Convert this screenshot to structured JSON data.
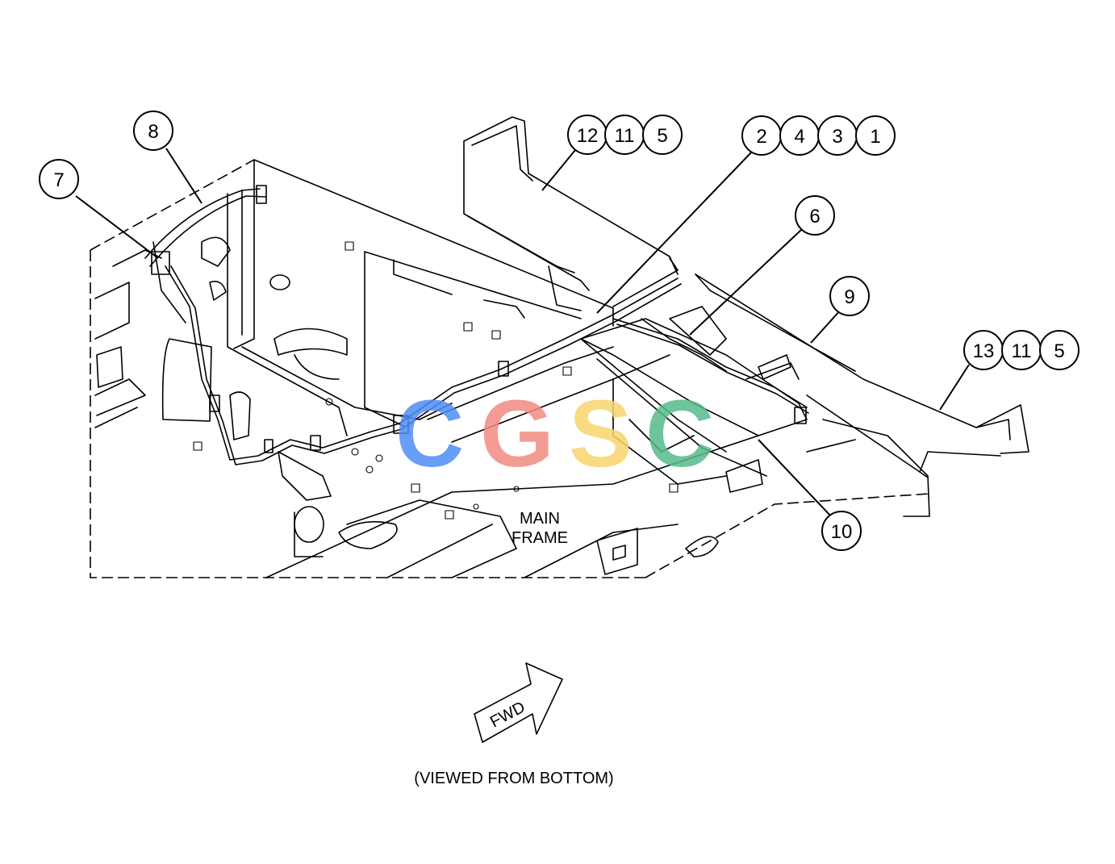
{
  "diagram": {
    "view_note": "(VIEWED FROM BOTTOM)",
    "frame_label_line1": "MAIN",
    "frame_label_line2": "FRAME",
    "direction_arrow_label": "FWD",
    "watermark": {
      "letters": [
        "C",
        "G",
        "S",
        "C"
      ],
      "colors": [
        "#4f8ef7",
        "#f28b82",
        "#f9d56e",
        "#57bb8a"
      ]
    },
    "callouts": [
      {
        "id": "c8",
        "label": "8"
      },
      {
        "id": "c7",
        "label": "7"
      },
      {
        "id": "c12",
        "label": "12"
      },
      {
        "id": "c11a",
        "label": "11"
      },
      {
        "id": "c5a",
        "label": "5"
      },
      {
        "id": "c2",
        "label": "2"
      },
      {
        "id": "c4",
        "label": "4"
      },
      {
        "id": "c3",
        "label": "3"
      },
      {
        "id": "c1",
        "label": "1"
      },
      {
        "id": "c6",
        "label": "6"
      },
      {
        "id": "c9",
        "label": "9"
      },
      {
        "id": "c13",
        "label": "13"
      },
      {
        "id": "c11b",
        "label": "11"
      },
      {
        "id": "c5b",
        "label": "5"
      },
      {
        "id": "c10",
        "label": "10"
      }
    ]
  }
}
